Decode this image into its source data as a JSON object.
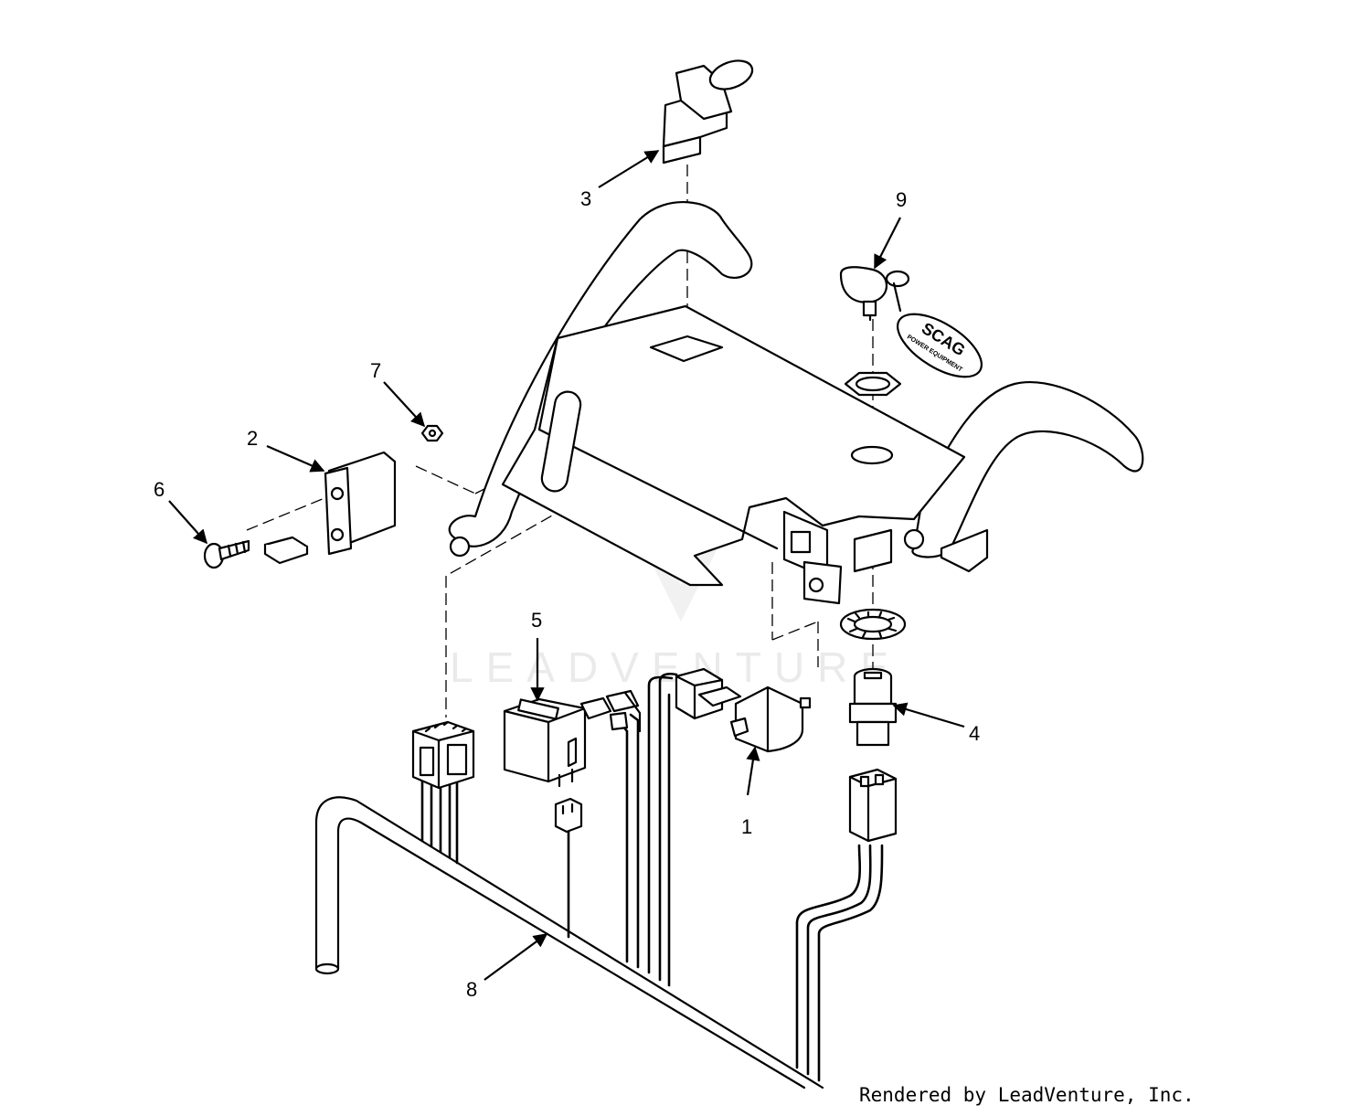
{
  "diagram": {
    "callouts": [
      {
        "id": "1",
        "label": "1"
      },
      {
        "id": "2",
        "label": "2"
      },
      {
        "id": "3",
        "label": "3"
      },
      {
        "id": "4",
        "label": "4"
      },
      {
        "id": "5",
        "label": "5"
      },
      {
        "id": "6",
        "label": "6"
      },
      {
        "id": "7",
        "label": "7"
      },
      {
        "id": "8",
        "label": "8"
      },
      {
        "id": "9",
        "label": "9"
      }
    ],
    "key_fob": {
      "brand": "SCAG",
      "subtitle": "POWER EQUIPMENT"
    },
    "watermark": "LEADVENTURE",
    "credit": "Rendered by LeadVenture, Inc."
  }
}
